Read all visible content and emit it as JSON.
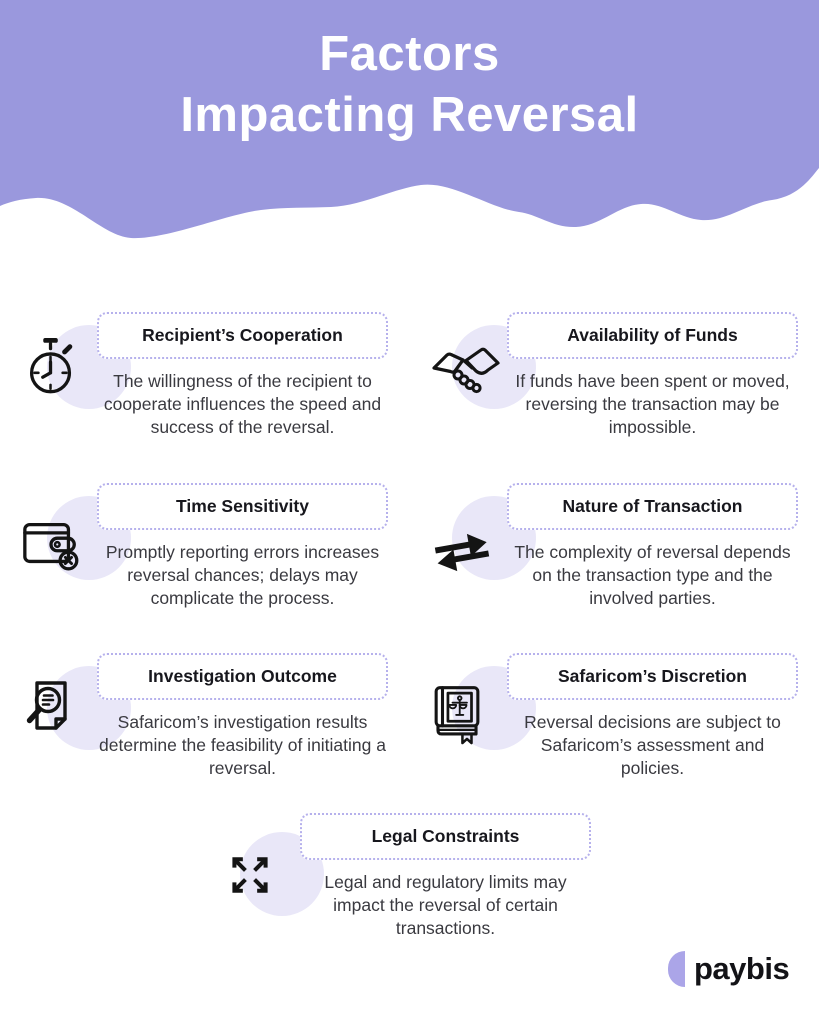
{
  "header": {
    "title_line1": "Factors",
    "title_line2": "Impacting Reversal"
  },
  "cards": [
    {
      "icon": "stopwatch-icon",
      "title": "Recipient’s Cooperation",
      "body": "The willingness of the recipient to cooperate influences the speed and success of the reversal."
    },
    {
      "icon": "handshake-icon",
      "title": "Availability of Funds",
      "body": "If funds have been spent or moved, reversing the transaction may be impossible."
    },
    {
      "icon": "wallet-cancel-icon",
      "title": "Time Sensitivity",
      "body": "Promptly reporting errors increases reversal chances; delays may complicate the process."
    },
    {
      "icon": "transfer-arrows-icon",
      "title": "Nature of Transaction",
      "body": "The complexity of reversal depends on the transaction type and the involved parties."
    },
    {
      "icon": "document-search-icon",
      "title": "Investigation Outcome",
      "body": "Safaricom’s investigation results determine the feasibility of initiating a reversal."
    },
    {
      "icon": "law-book-icon",
      "title": "Safaricom’s Discretion",
      "body": "Reversal decisions are subject to Safaricom’s assessment and policies."
    },
    {
      "icon": "expand-arrows-icon",
      "title": "Legal Constraints",
      "body": "Legal and regulatory limits may impact the reversal of certain transactions."
    }
  ],
  "footer": {
    "brand": "paybis"
  },
  "colors": {
    "header_purple": "#9a98dd",
    "icon_circle": "#e9e7f8",
    "dotted_border": "#b6b1ec",
    "title_text": "#17171d",
    "body_text": "#3a3a40",
    "logo_mark": "#aba5e8"
  }
}
